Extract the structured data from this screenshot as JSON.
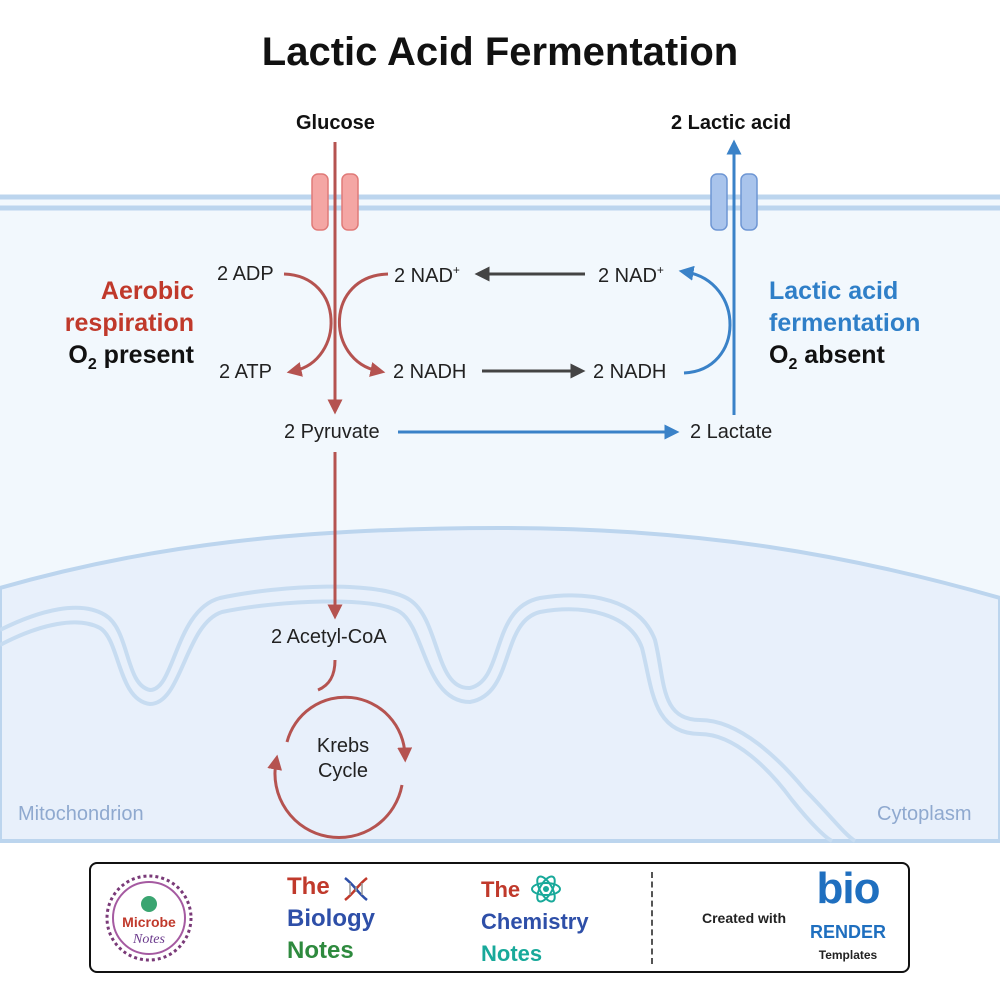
{
  "title": "Lactic Acid Fermentation",
  "inputs": {
    "glucose": "Glucose",
    "lactic_acid": "2 Lactic acid"
  },
  "aerobic": {
    "line1": "Aerobic",
    "line2": "respiration",
    "condition_prefix": "O",
    "condition_sub": "2",
    "condition_suffix": " present",
    "color": "#c0392b"
  },
  "fermentation": {
    "line1": "Lactic acid",
    "line2": "fermentation",
    "condition_prefix": "O",
    "condition_sub": "2",
    "condition_suffix": " absent",
    "color": "#2f7fc8"
  },
  "molecules": {
    "adp": "2 ADP",
    "atp": "2 ATP",
    "nad_left": "2 NAD",
    "nad_right": "2 NAD",
    "nad_sup": "+",
    "nadh_left": "2 NADH",
    "nadh_right": "2 NADH",
    "pyruvate": "2 Pyruvate",
    "lactate": "2 Lactate",
    "acetyl_coa": "2 Acetyl-CoA",
    "krebs_line1": "Krebs",
    "krebs_line2": "Cycle"
  },
  "compartments": {
    "mitochondrion": "Mitochondrion",
    "cytoplasm": "Cytoplasm"
  },
  "footer": {
    "microbe_line1": "Microbe",
    "microbe_line2": "Notes",
    "biology": [
      "The",
      "Biology",
      "Notes"
    ],
    "chemistry": [
      "The",
      "Chemistry",
      "Notes"
    ],
    "created_with": "Created with",
    "brand_logo": "bio",
    "brand_name": "RENDER",
    "brand_sub": "Templates"
  },
  "colors": {
    "aerobic_arrow": "#b55350",
    "fermentation_arrow": "#3a82c8",
    "nad_arrow": "#444444",
    "membrane": "#bcd5ee",
    "cytoplasm_fill": "#f2f8fd",
    "mito_fill": "#e8f0fb"
  }
}
